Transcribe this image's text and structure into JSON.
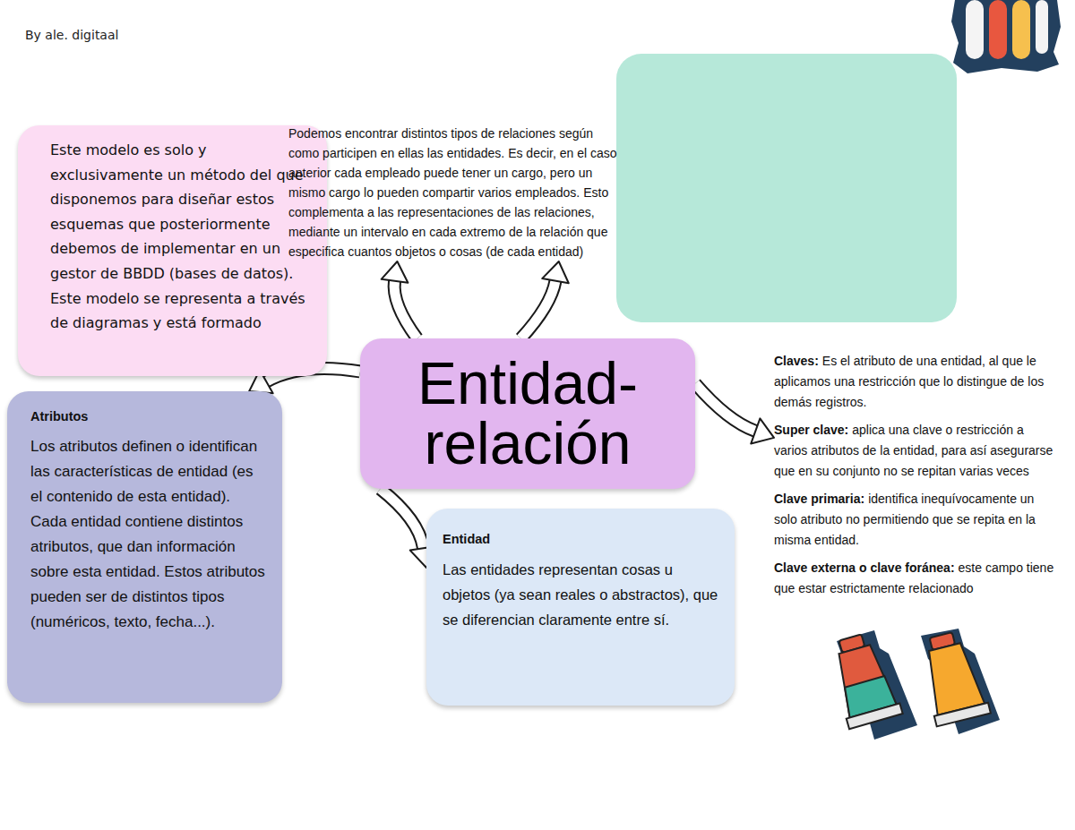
{
  "diagram": {
    "nodes": [
      {
        "text": [
          "Este modelo es solo y exclusivamente un método del que disponemos para diseñar estos esquemas que posteriormente debemos de implementar en un gestor de BBDD (bases de datos). Este modelo se representa a través de diagramas y está formado"
        ]
      },
      {
        "text": [
          "Podemos encontrar distintos tipos de relaciones según como participen en ellas las entidades. Es decir, en el caso anterior cada empleado puede tener un cargo, pero un mismo cargo lo pueden compartir varios empleados. Esto complementa a las representaciones de las relaciones, mediante un intervalo en cada extremo de la relación que especifica cuantos objetos o cosas (de cada entidad)"
        ]
      },
      {
        "text": [
          "Entidad-relación"
        ]
      },
      {
        "text": [
          "Atributos",
          "Los atributos definen o identifican las características de entidad (es el contenido de esta entidad). Cada entidad contiene distintos atributos, que dan información sobre esta entidad. Estos atributos pueden ser de distintos tipos (numéricos, texto, fecha...)."
        ]
      },
      {
        "text": [
          "Entidad",
          "Las entidades representan cosas u objetos (ya sean reales o abstractos), que se diferencian claramente entre sí."
        ]
      },
      {
        "text": [
          "Claves:",
          "Es el atributo de una entidad, al que le aplicamos una restricción que lo distingue de los demás registros.",
          "Super clave:",
          "aplica una clave o restricción a varios atributos de la entidad, para así asegurarse que en su conjunto no se repitan varias veces",
          "Clave primaria:",
          "identifica inequívocamente un solo atributo no permitiendo que se repita en la misma entidad.",
          "Clave externa o clave foránea:",
          "este campo tiene que estar estrictamente relacionado"
        ]
      }
    ],
    "edges": [
      {
        "from": 2,
        "to": 1,
        "arrow": "to"
      },
      {
        "from": 2,
        "to": 1,
        "arrow": "to"
      },
      {
        "from": 2,
        "to": 3,
        "arrow": "to"
      },
      {
        "from": 2,
        "to": 4,
        "arrow": "to"
      },
      {
        "from": 2,
        "to": 5,
        "arrow": "to"
      }
    ],
    "labels": [
      "By ale. digitaal"
    ]
  }
}
